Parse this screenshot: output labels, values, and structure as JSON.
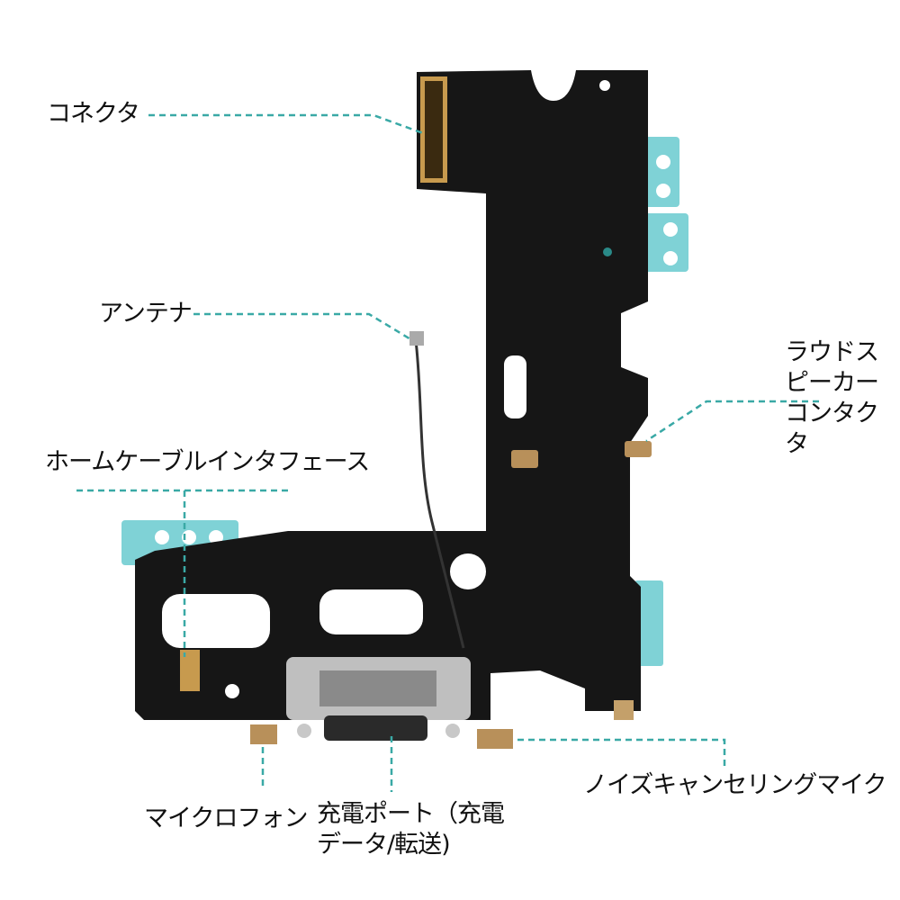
{
  "labels": {
    "connector": "コネクタ",
    "antenna": "アンテナ",
    "home_cable": "ホームケーブルインタフェース",
    "loudspeaker_line1": "ラウドス",
    "loudspeaker_line2": "ピーカー",
    "loudspeaker_line3": "コンタク",
    "loudspeaker_line4": "タ",
    "microphone": "マイクロフォン",
    "charging_port_line1": "充電ポート（充電",
    "charging_port_line2": "データ/転送)",
    "noise_cancel_mic": "ノイズキャンセリングマイク"
  },
  "colors": {
    "leader": "#3aa9a6",
    "tab": "#7fd2d6",
    "board": "#161616"
  }
}
